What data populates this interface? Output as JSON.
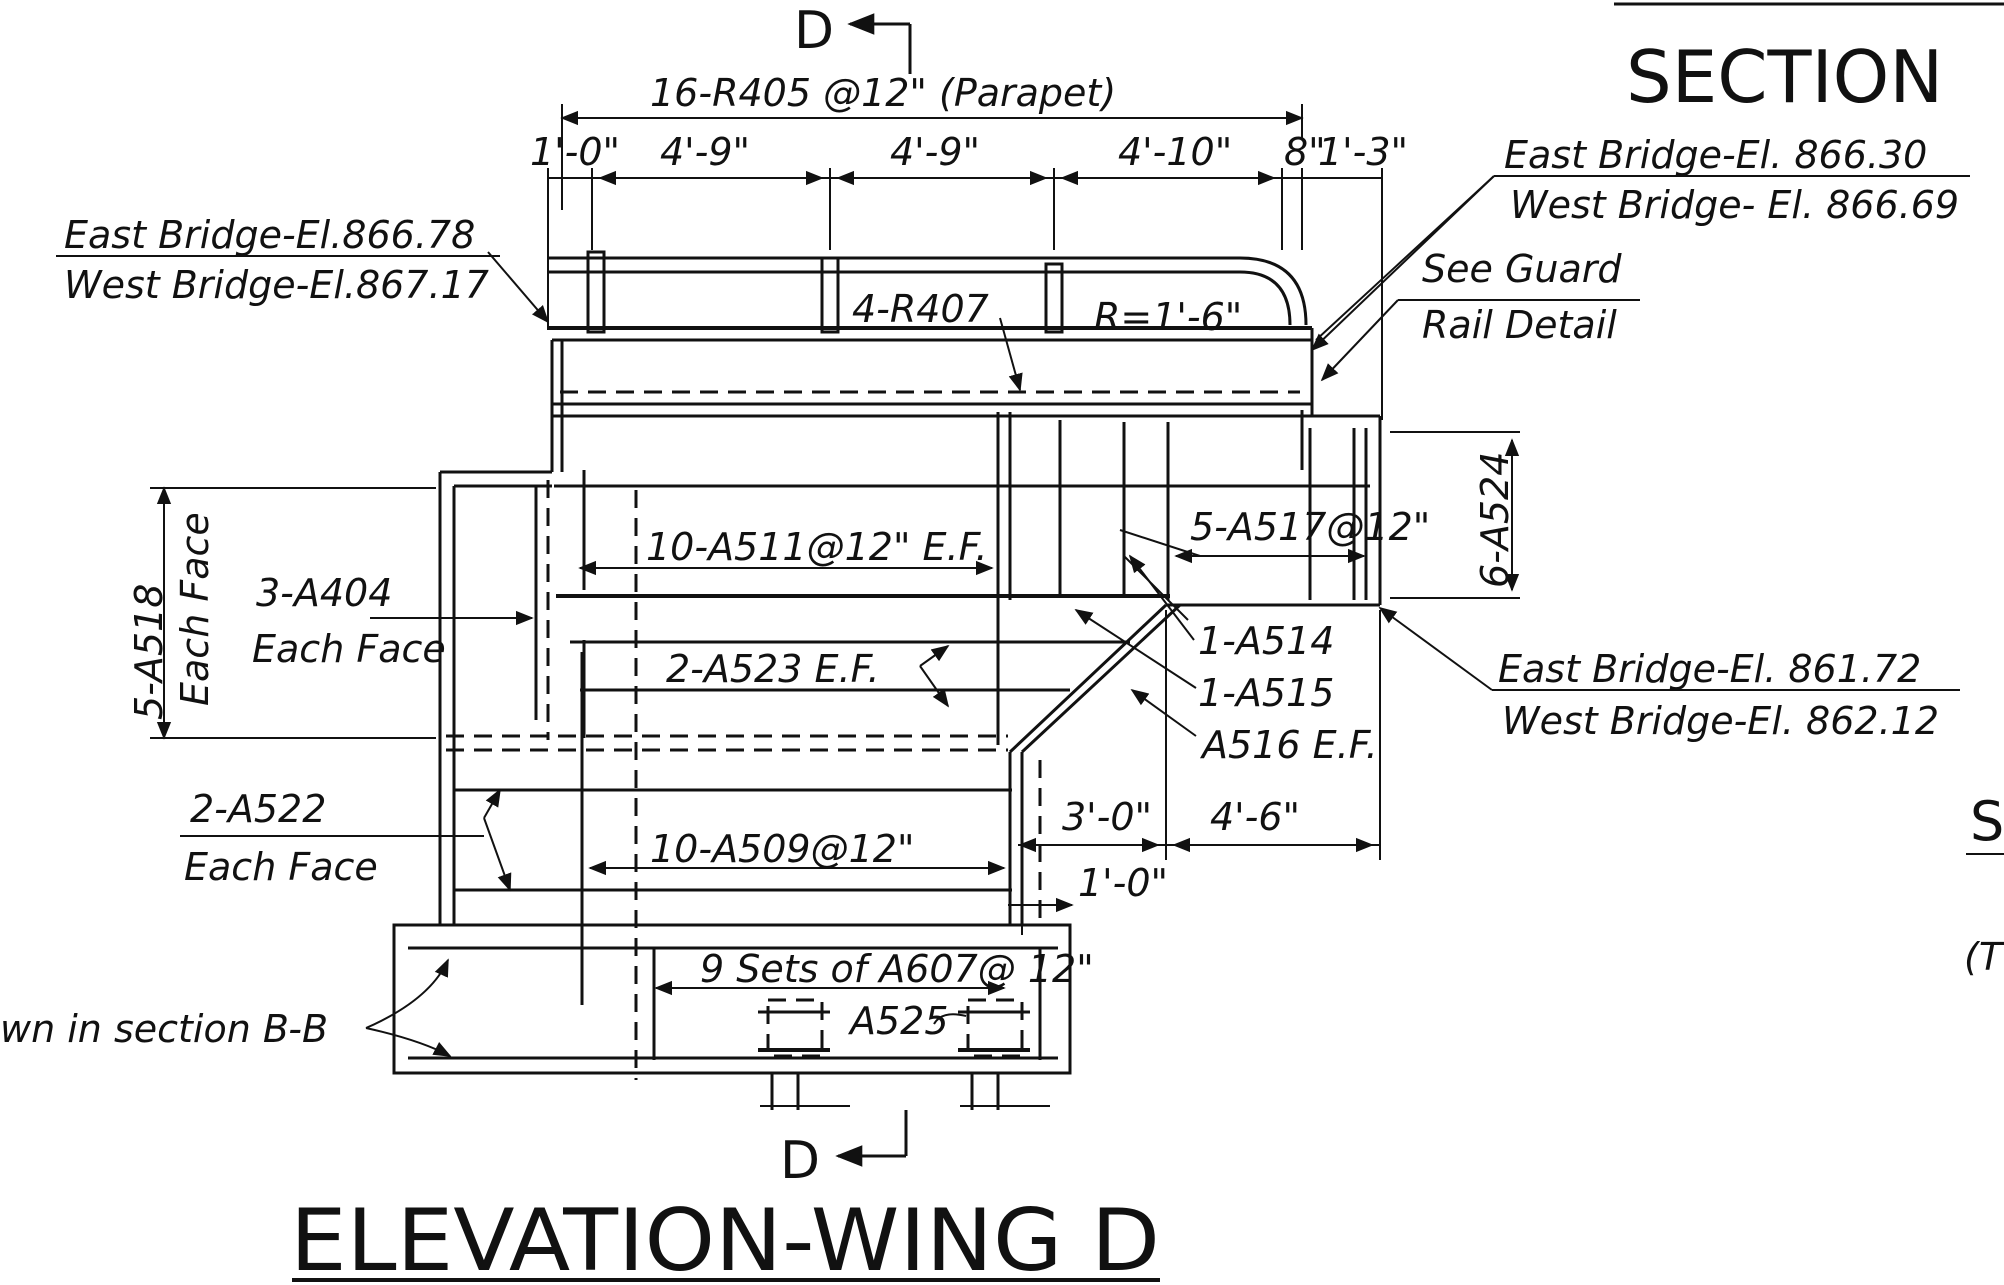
{
  "sheet": {
    "title": "ELEVATION-WING D",
    "section_heading": "SECTION",
    "cut_letter_top": "D",
    "cut_letter_bottom": "D",
    "right_margin_fragment_1": "S",
    "right_margin_fragment_2": "(T"
  },
  "dimensions": {
    "parapet_bars": "16-R405 @12\"  (Parapet)",
    "seg_1": "1'-0\"",
    "seg_2": "4'-9\"",
    "seg_3": "4'-9\"",
    "seg_4": "4'-10\"",
    "seg_5": "8\"",
    "seg_6": "1'-3\"",
    "radius": "R=1'-6\"",
    "wing_3ft": "3'-0\"",
    "wing_4ft6": "4'-6\"",
    "offset_1ft": "1'-0\""
  },
  "elevations": {
    "top_left_east": "East Bridge-El.866.78",
    "top_left_west": "West Bridge-El.867.17",
    "top_right_east": "East Bridge-El. 866.30",
    "top_right_west": "West Bridge- El. 866.69",
    "mid_right_east": "East Bridge-El. 861.72",
    "mid_right_west": "West Bridge-El. 862.12"
  },
  "callouts": {
    "guard_rail_1": "See Guard",
    "guard_rail_2": "Rail Detail",
    "r407": "4-R407",
    "a518": "5-A518",
    "a518_face": "Each Face",
    "a404": "3-A404",
    "a404_face": "Each Face",
    "a511": "10-A511@12\" E.F.",
    "a517": "5-A517@12\"",
    "a524": "6-A524",
    "a514": "1-A514",
    "a515": "1-A515",
    "a516": "A516 E.F.",
    "a523": "2-A523  E.F.",
    "a522": "2-A522",
    "a522_face": "Each Face",
    "a509": "10-A509@12\"",
    "a607": "9 Sets of A607@ 12\"",
    "a525": "A525",
    "section_bb": "wn in section  B-B"
  }
}
